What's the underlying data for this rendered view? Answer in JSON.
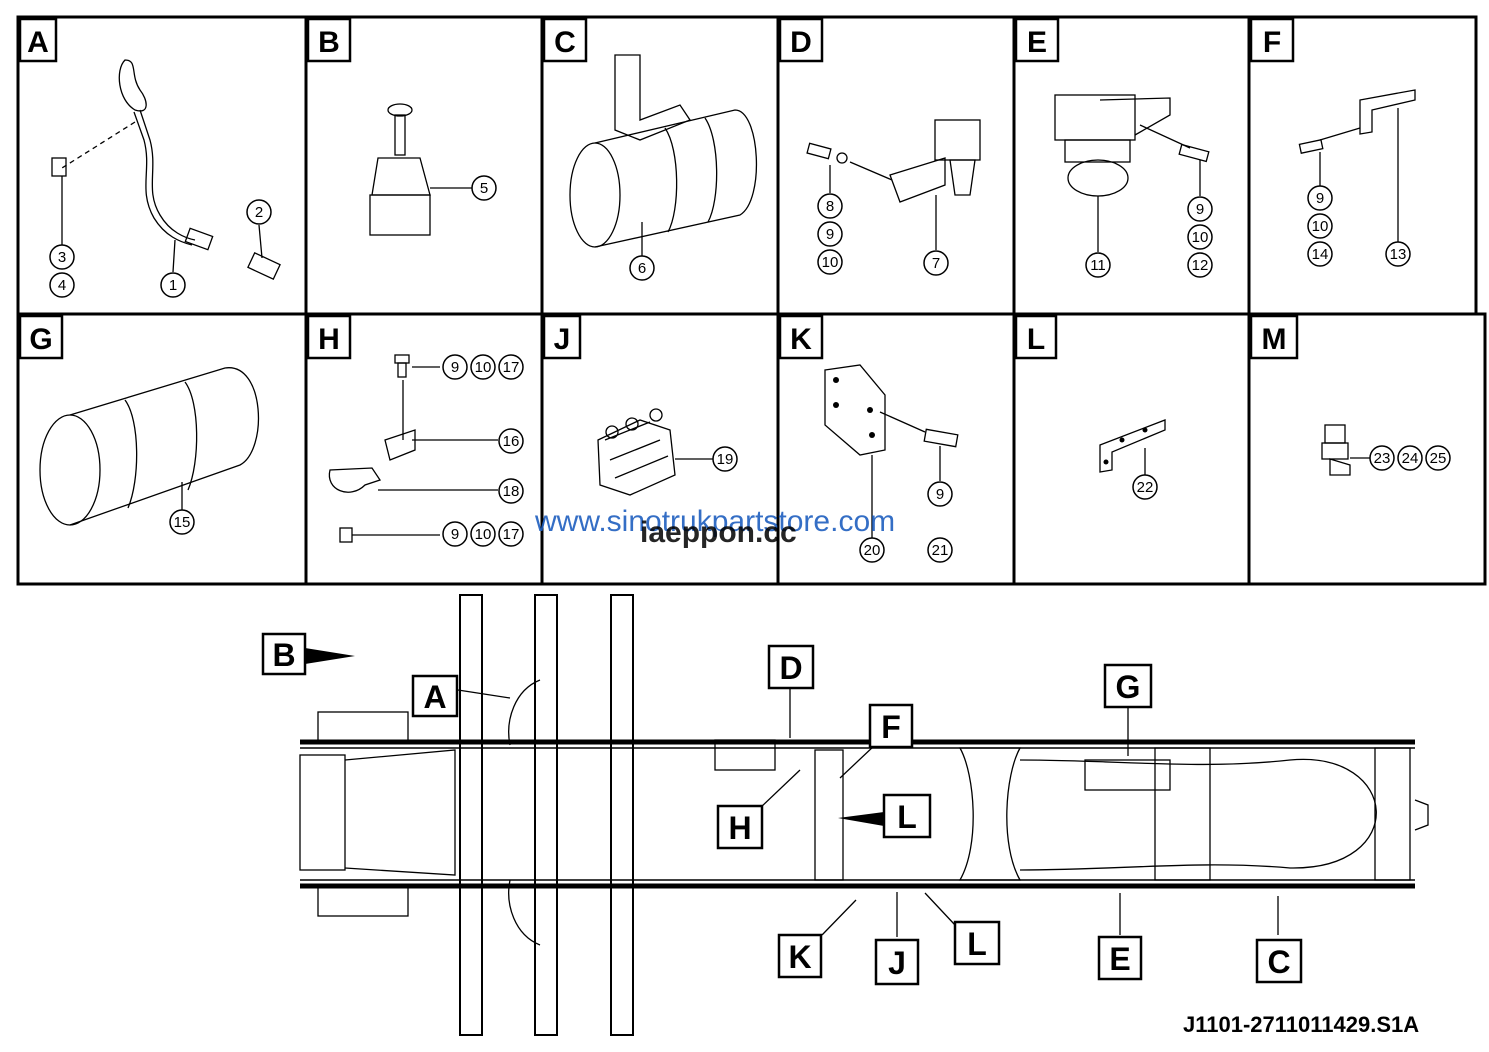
{
  "panels": [
    {
      "letter": "A",
      "callouts": [
        "1",
        "2",
        "3",
        "4"
      ]
    },
    {
      "letter": "B",
      "callouts": [
        "5"
      ]
    },
    {
      "letter": "C",
      "callouts": [
        "6"
      ]
    },
    {
      "letter": "D",
      "callouts": [
        "7",
        "8",
        "9",
        "10"
      ]
    },
    {
      "letter": "E",
      "callouts": [
        "9",
        "10",
        "11",
        "12"
      ]
    },
    {
      "letter": "F",
      "callouts": [
        "9",
        "10",
        "13",
        "14"
      ]
    },
    {
      "letter": "G",
      "callouts": [
        "15"
      ]
    },
    {
      "letter": "H",
      "callouts": [
        "9",
        "10",
        "17",
        "16",
        "18",
        "9",
        "10",
        "17"
      ]
    },
    {
      "letter": "J",
      "callouts": [
        "19"
      ]
    },
    {
      "letter": "K",
      "callouts": [
        "9",
        "20",
        "21"
      ]
    },
    {
      "letter": "L",
      "callouts": [
        "22"
      ]
    },
    {
      "letter": "M",
      "callouts": [
        "23",
        "24",
        "25"
      ]
    }
  ],
  "chassis_labels": [
    "A",
    "B",
    "C",
    "D",
    "E",
    "F",
    "G",
    "H",
    "J",
    "K",
    "L",
    "L"
  ],
  "watermark_url": "www.sinotrukpartstore.com",
  "watermark_overlay": "iaeppon.cc",
  "drawing_reference": "J1101-2711011429.S1A"
}
